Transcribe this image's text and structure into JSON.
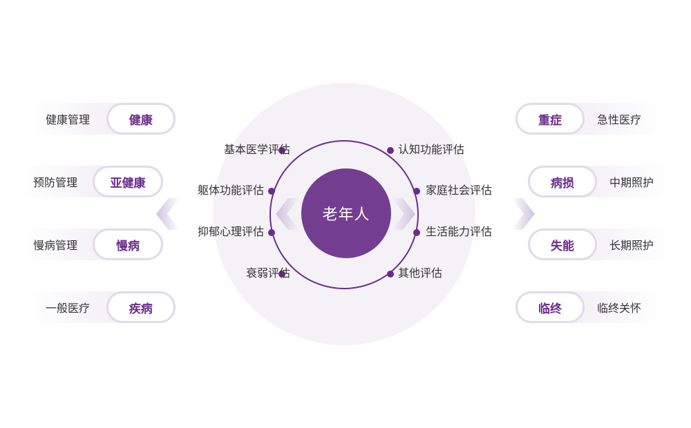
{
  "center": {
    "label": "老年人"
  },
  "assessments": {
    "left": [
      {
        "label": "基本医学评估"
      },
      {
        "label": "躯体功能评估"
      },
      {
        "label": "抑郁心理评估"
      },
      {
        "label": "衰弱评估"
      }
    ],
    "right": [
      {
        "label": "认知功能评估"
      },
      {
        "label": "家庭社会评估"
      },
      {
        "label": "生活能力评估"
      },
      {
        "label": "其他评估"
      }
    ]
  },
  "left_rows": [
    {
      "text": "健康管理",
      "pill": "健康"
    },
    {
      "text": "预防管理",
      "pill": "亚健康"
    },
    {
      "text": "慢病管理",
      "pill": "慢病"
    },
    {
      "text": "一般医疗",
      "pill": "疾病"
    }
  ],
  "right_rows": [
    {
      "pill": "重症",
      "text": "急性医疗"
    },
    {
      "pill": "病损",
      "text": "中期照护"
    },
    {
      "pill": "失能",
      "text": "长期照护"
    },
    {
      "pill": "临终",
      "text": "临终关怀"
    }
  ],
  "colors": {
    "accent": "#733e90",
    "ring": "#6a2c8c",
    "halo": "#f4f1f7",
    "pill_border": "#e3d9ea"
  }
}
